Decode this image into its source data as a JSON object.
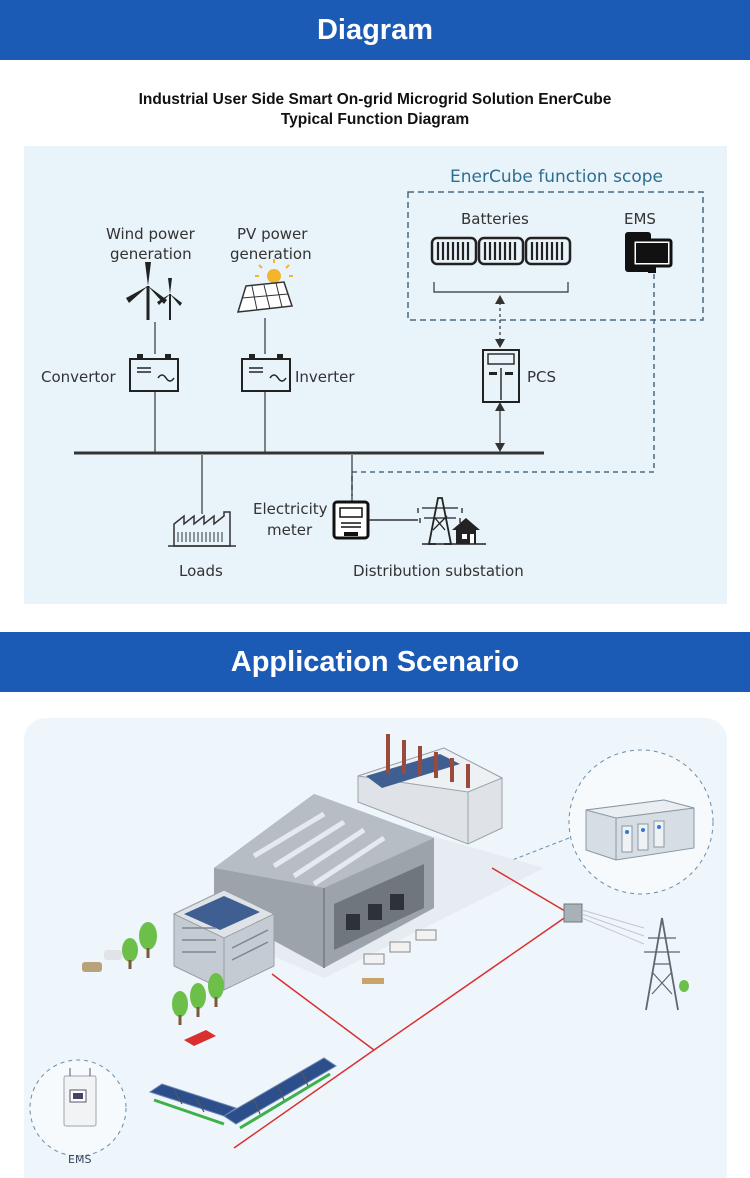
{
  "header": {
    "title": "Diagram"
  },
  "diagram": {
    "title_line1": "Industrial User Side Smart On-grid Microgrid Solution EnerCube",
    "title_line2": "Typical Function Diagram",
    "scope_title": "EnerCube function scope",
    "batteries": "Batteries",
    "ems": "EMS",
    "wind_line1": "Wind power",
    "wind_line2": "generation",
    "pv_line1": "PV power",
    "pv_line2": "generation",
    "convertor": "Convertor",
    "inverter": "Inverter",
    "pcs": "PCS",
    "electricity_meter_line1": "Electricity",
    "electricity_meter_line2": "meter",
    "loads": "Loads",
    "distribution_substation": "Distribution substation"
  },
  "section2": {
    "title": "Application Scenario"
  },
  "scenario": {
    "ems_label": "EMS"
  },
  "colors": {
    "banner": "#1b5bb5",
    "panel": "#e9f3fa",
    "line": "#333333",
    "dashed": "#4b6a80",
    "red_cable": "#d9302f"
  }
}
